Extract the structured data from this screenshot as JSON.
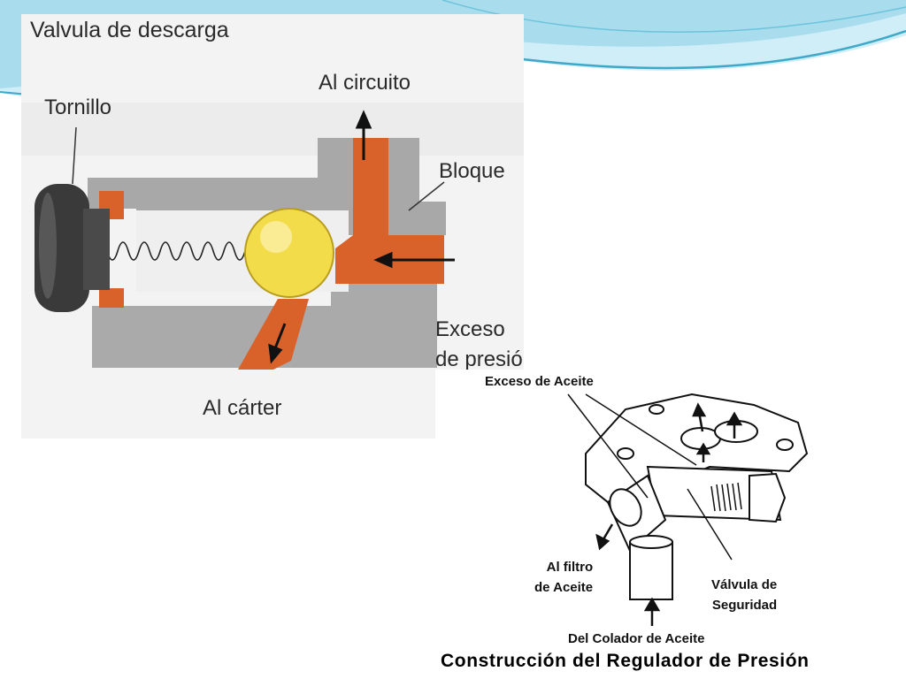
{
  "slide": {
    "theme_colors": {
      "wave_light": "#bfe6f3",
      "wave_dark": "#4fb3cf",
      "background": "#ffffff"
    }
  },
  "figure1": {
    "title": "Valvula de descarga",
    "labels": {
      "tornillo": "Tornillo",
      "al_circuito": "Al circuito",
      "bloque": "Bloque",
      "exceso_line1": "Exceso",
      "exceso_line2": "de presió",
      "al_carter": "Al cárter"
    },
    "colors": {
      "body": "#a9a9a9",
      "oil": "#d9622b",
      "ball": "#f2dc4a",
      "screw": "#3a3a3a"
    }
  },
  "figure2": {
    "labels": {
      "exceso_aceite": "Exceso de Aceite",
      "al_filtro_line1": "Al filtro",
      "al_filtro_line2": "de Aceite",
      "valvula_line1": "Válvula de",
      "valvula_line2": "Seguridad",
      "del_colador": "Del Colador de Aceite"
    },
    "caption": "Construcción del Regulador de Presión"
  }
}
